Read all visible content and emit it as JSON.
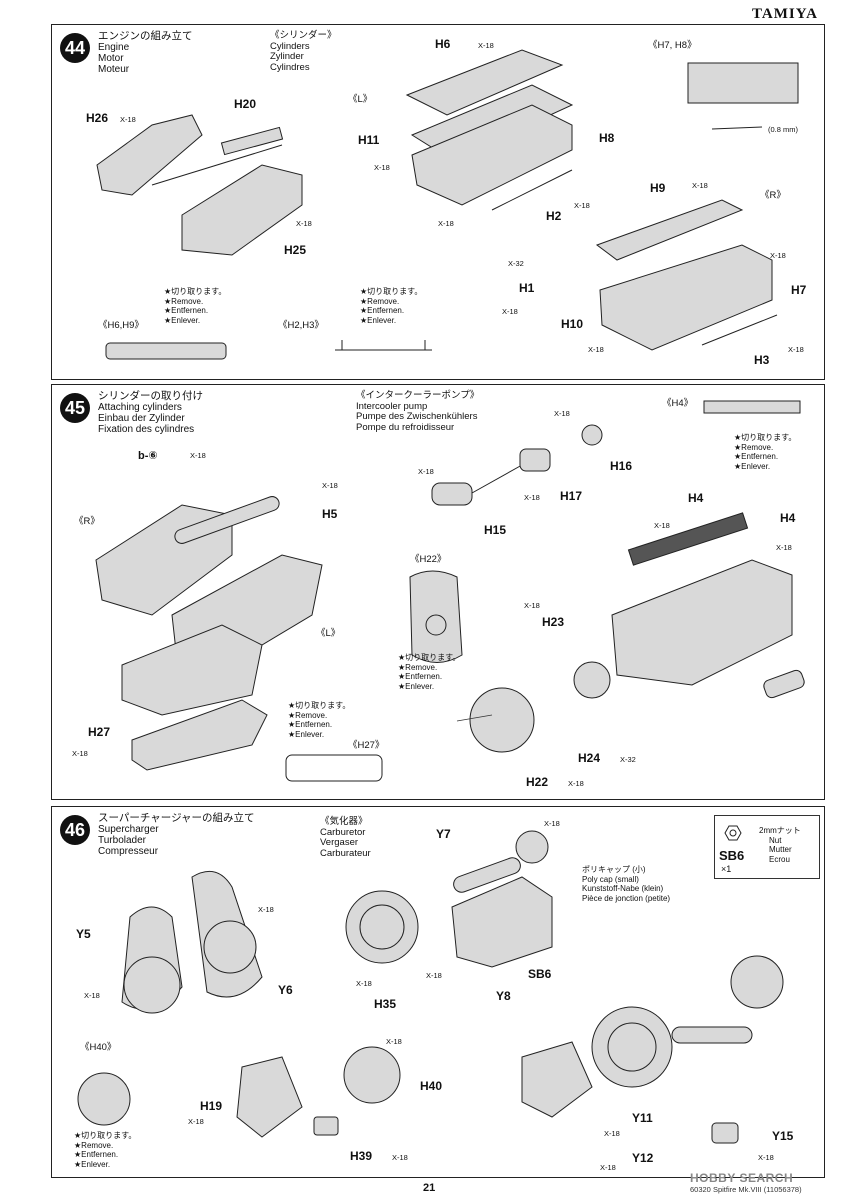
{
  "brand": "TAMIYA",
  "steps": {
    "s44": {
      "number": "44",
      "title_jp": "エンジンの組み立て",
      "title_en": "Engine",
      "title_de": "Motor",
      "title_fr": "Moteur",
      "cyl_jp": "《シリンダー》",
      "cyl_en": "Cylinders",
      "cyl_de": "Zylinder",
      "cyl_fr": "Cylindres",
      "h7h8": "《H7, H8》",
      "mm": "(0.8 mm)",
      "L": "《L》",
      "R": "《R》",
      "labels": {
        "H6": "H6",
        "H20": "H20",
        "H26": "H26",
        "H25": "H25",
        "H11": "H11",
        "H8": "H8",
        "H2": "H2",
        "H9": "H9",
        "H1": "H1",
        "H7": "H7",
        "H10": "H10",
        "H3": "H3"
      },
      "x18": "X-18",
      "x32": "X-32",
      "remove_jp": "★切り取ります。",
      "remove_en": "★Remove.",
      "remove_de": "★Entfernen.",
      "remove_fr": "★Enlever.",
      "h6h9": "《H6,H9》",
      "h2h3": "《H2,H3》"
    },
    "s45": {
      "number": "45",
      "title_jp": "シリンダーの取り付け",
      "title_en": "Attaching cylinders",
      "title_de": "Einbau der Zylinder",
      "title_fr": "Fixation des cylindres",
      "pump_jp": "《インタークーラーポンプ》",
      "pump_en": "Intercooler pump",
      "pump_de": "Pumpe des Zwischenkühlers",
      "pump_fr": "Pompe du refroidisseur",
      "h4": "《H4》",
      "h22": "《H22》",
      "h27": "《H27》",
      "R": "《R》",
      "L": "《L》",
      "b6": "b-⑥",
      "labels": {
        "H5": "H5",
        "H16": "H16",
        "H17": "H17",
        "H15": "H15",
        "H4a": "H4",
        "H4b": "H4",
        "H23": "H23",
        "H27": "H27",
        "H24": "H24",
        "H22": "H22"
      },
      "x18": "X-18",
      "x32": "X-32",
      "remove_jp": "★切り取ります。",
      "remove_en": "★Remove.",
      "remove_de": "★Entfernen.",
      "remove_fr": "★Enlever."
    },
    "s46": {
      "number": "46",
      "title_jp": "スーパーチャージャーの組み立て",
      "title_en": "Supercharger",
      "title_de": "Turbolader",
      "title_fr": "Compresseur",
      "carb_jp": "《気化器》",
      "carb_en": "Carburetor",
      "carb_de": "Vergaser",
      "carb_fr": "Carburateur",
      "polycap_jp": "ポリキャップ (小)",
      "polycap_en": "Poly cap (small)",
      "polycap_de": "Kunststoff-Nabe (klein)",
      "polycap_fr": "Pièce de jonction (petite)",
      "nut_jp": "2mmナット",
      "nut_en": "Nut",
      "nut_de": "Mutter",
      "nut_fr": "Ecrou",
      "sb6": "SB6",
      "qty": "×1",
      "h40": "《H40》",
      "labels": {
        "Y7": "Y7",
        "Y5": "Y5",
        "Y6": "Y6",
        "H35": "H35",
        "Y8": "Y8",
        "SB6": "SB6",
        "H19": "H19",
        "H40": "H40",
        "H39": "H39",
        "Y11": "Y11",
        "Y15": "Y15",
        "Y12": "Y12"
      },
      "x18": "X-18",
      "remove_jp": "★切り取ります。",
      "remove_en": "★Remove.",
      "remove_de": "★Entfernen.",
      "remove_fr": "★Enlever."
    }
  },
  "footer": {
    "page": "21",
    "code": "60320  Spitfire Mk.VIII (11056378)",
    "watermark": "HOBBY SEARCH"
  }
}
